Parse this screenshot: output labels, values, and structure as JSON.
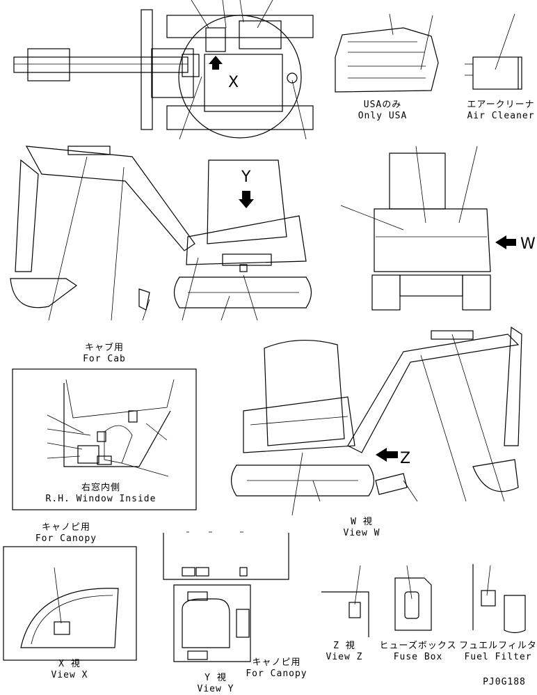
{
  "views": {
    "usa_only": {
      "jp": "USAのみ",
      "en": "Only USA"
    },
    "air_cleaner": {
      "jp": "エアークリーナ",
      "en": "Air Cleaner"
    },
    "for_cab": {
      "jp": "キャブ用",
      "en": "For Cab"
    },
    "rh_window": {
      "jp": "右窓内側",
      "en": "R.H. Window Inside"
    },
    "view_w": {
      "jp": "W 視",
      "en": "View W"
    },
    "for_canopy_left": {
      "jp": "キャノピ用",
      "en": "For Canopy"
    },
    "view_x": {
      "jp": "X 視",
      "en": "View X"
    },
    "view_y": {
      "jp": "Y 視",
      "en": "View Y"
    },
    "for_canopy_right": {
      "jp": "キャノピ用",
      "en": "For Canopy"
    },
    "view_z": {
      "jp": "Z 視",
      "en": "View Z"
    },
    "fuse_box": {
      "jp": "ヒューズボックス",
      "en": "Fuse Box"
    },
    "fuel_filter": {
      "jp": "フュエルフィルタ",
      "en": "Fuel Filter"
    }
  },
  "markers": {
    "x": "X",
    "y": "Y",
    "w": "W",
    "z": "Z"
  },
  "drawing_number": "PJ0G188"
}
